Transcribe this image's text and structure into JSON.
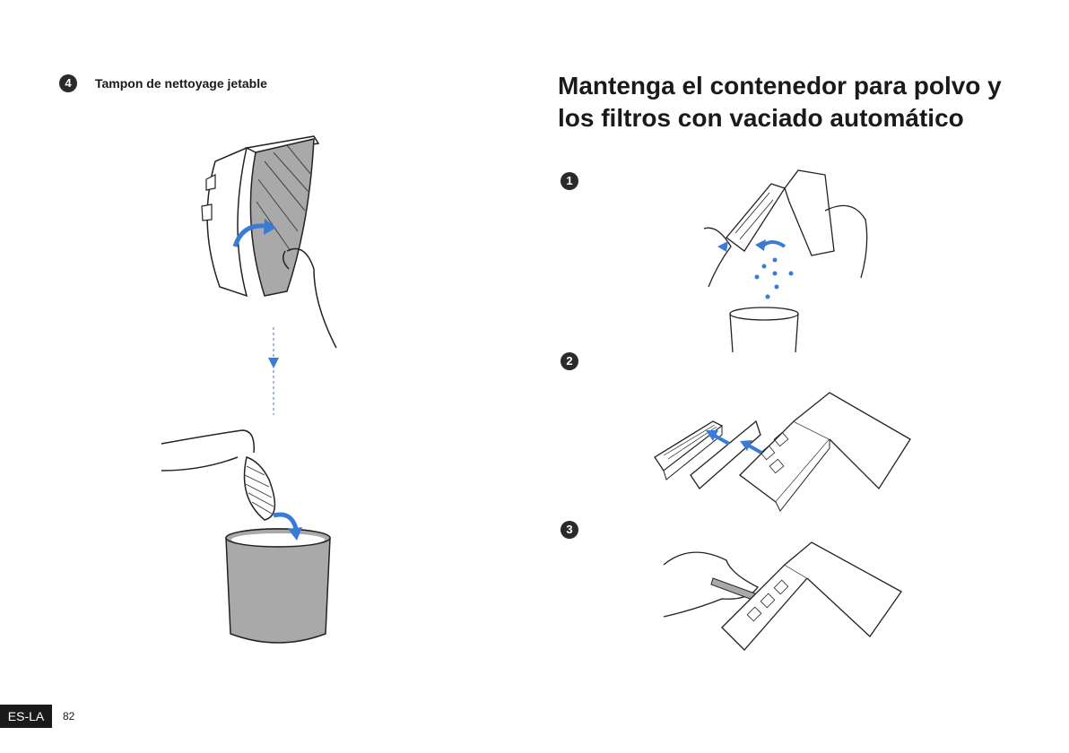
{
  "left": {
    "step_number": "4",
    "heading": "Tampon de nettoyage jetable"
  },
  "right": {
    "title": "Mantenga el contenedor para polvo y los filtros con vaciado automático",
    "steps": [
      "1",
      "2",
      "3"
    ]
  },
  "footer": {
    "region": "ES-LA",
    "page": "82"
  },
  "colors": {
    "accent": "#3a7bd5",
    "badge": "#2a2a2a",
    "pad_gray": "#a9a9a9"
  },
  "icons": [
    "dust-particle-icon",
    "arrow-icon"
  ]
}
